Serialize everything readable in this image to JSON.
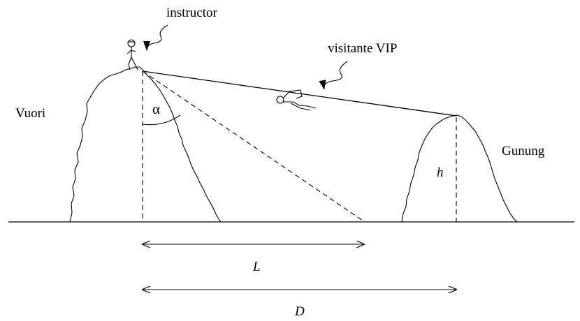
{
  "labels": {
    "instructor": "instructor",
    "visitor": "visitante VIP",
    "left_mountain": "Vuori",
    "right_mountain": "Gunung",
    "angle": "α",
    "height": "h",
    "length_L": "L",
    "length_D": "D"
  },
  "colors": {
    "ink": "#000000",
    "background": "#ffffff"
  }
}
